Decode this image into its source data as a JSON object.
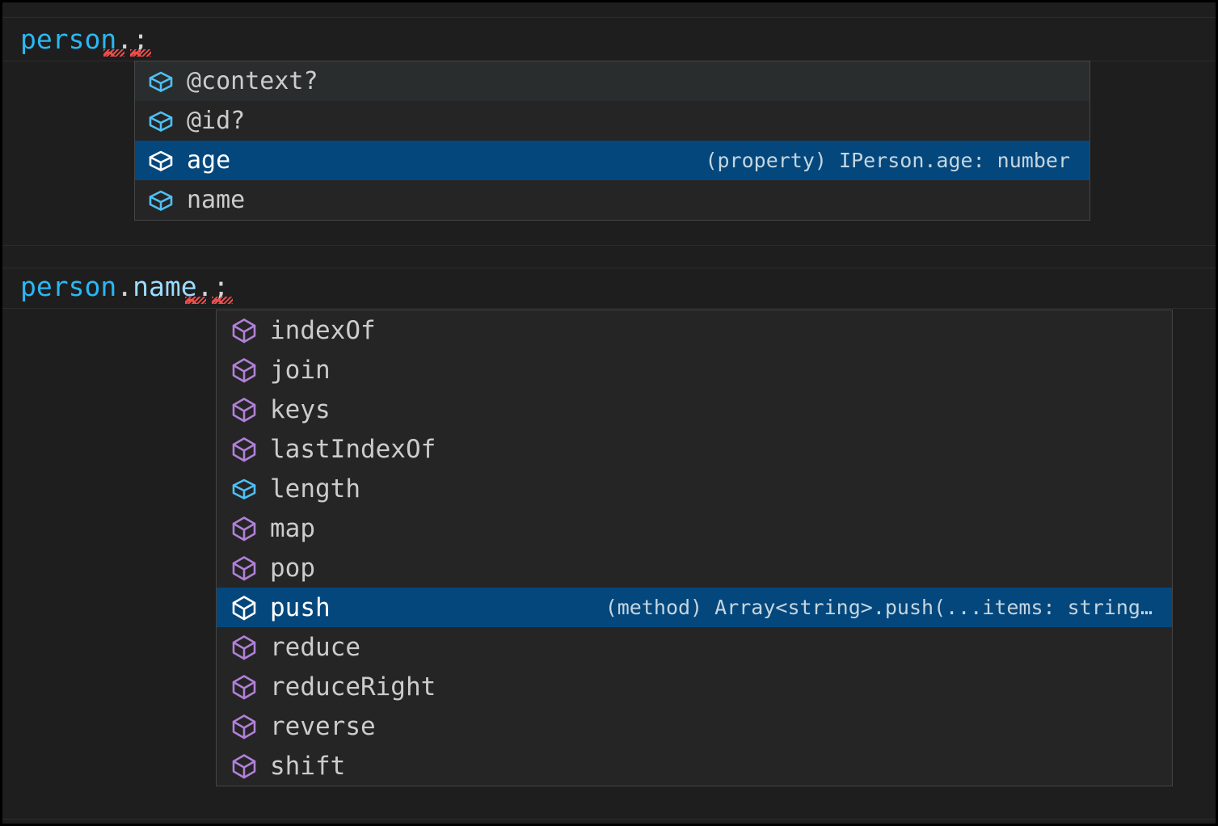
{
  "editor": {
    "background": "#1E1E1E",
    "lines": [
      {
        "id": "line-1",
        "text": "person.;",
        "tokens": [
          {
            "text": "person",
            "kind": "variable",
            "color": "#29B8F5"
          },
          {
            "text": ".",
            "kind": "punctuation",
            "color": "#D4D4D4"
          },
          {
            "text": ";",
            "kind": "punctuation",
            "color": "#D4D4D4"
          }
        ]
      },
      {
        "id": "line-2",
        "text": "person.name.;",
        "tokens": [
          {
            "text": "person",
            "kind": "variable",
            "color": "#29B8F5"
          },
          {
            "text": ".",
            "kind": "punctuation",
            "color": "#D4D4D4"
          },
          {
            "text": "name",
            "kind": "property",
            "color": "#9CDCFE"
          },
          {
            "text": ".",
            "kind": "punctuation",
            "color": "#D4D4D4"
          },
          {
            "text": ";",
            "kind": "punctuation",
            "color": "#D4D4D4"
          }
        ]
      }
    ],
    "error_squiggle_color": "#F14C4C"
  },
  "suggest_widgets": [
    {
      "id": "suggest-person",
      "trigger": "person.",
      "selected_index": 2,
      "hovered_index": 0,
      "selection_color": "#04477C",
      "items": [
        {
          "label": "@context?",
          "icon": "property-cube-icon",
          "icon_color": "#4EC0F5",
          "detail": ""
        },
        {
          "label": "@id?",
          "icon": "property-cube-icon",
          "icon_color": "#4EC0F5",
          "detail": ""
        },
        {
          "label": "age",
          "icon": "property-cube-icon",
          "icon_color": "#FFFFFF",
          "detail": "(property) IPerson.age: number"
        },
        {
          "label": "name",
          "icon": "property-cube-icon",
          "icon_color": "#4EC0F5",
          "detail": ""
        }
      ]
    },
    {
      "id": "suggest-name",
      "trigger": "person.name.",
      "selected_index": 7,
      "hovered_index": -1,
      "selection_color": "#04477C",
      "items": [
        {
          "label": "indexOf",
          "icon": "method-cube-icon",
          "icon_color": "#B180D7",
          "detail": ""
        },
        {
          "label": "join",
          "icon": "method-cube-icon",
          "icon_color": "#B180D7",
          "detail": ""
        },
        {
          "label": "keys",
          "icon": "method-cube-icon",
          "icon_color": "#B180D7",
          "detail": ""
        },
        {
          "label": "lastIndexOf",
          "icon": "method-cube-icon",
          "icon_color": "#B180D7",
          "detail": ""
        },
        {
          "label": "length",
          "icon": "property-cube-icon",
          "icon_color": "#4EC0F5",
          "detail": ""
        },
        {
          "label": "map",
          "icon": "method-cube-icon",
          "icon_color": "#B180D7",
          "detail": ""
        },
        {
          "label": "pop",
          "icon": "method-cube-icon",
          "icon_color": "#B180D7",
          "detail": ""
        },
        {
          "label": "push",
          "icon": "method-cube-icon",
          "icon_color": "#FFFFFF",
          "detail": "(method) Array<string>.push(...items: string…"
        },
        {
          "label": "reduce",
          "icon": "method-cube-icon",
          "icon_color": "#B180D7",
          "detail": ""
        },
        {
          "label": "reduceRight",
          "icon": "method-cube-icon",
          "icon_color": "#B180D7",
          "detail": ""
        },
        {
          "label": "reverse",
          "icon": "method-cube-icon",
          "icon_color": "#B180D7",
          "detail": ""
        },
        {
          "label": "shift",
          "icon": "method-cube-icon",
          "icon_color": "#B180D7",
          "detail": ""
        }
      ]
    }
  ]
}
